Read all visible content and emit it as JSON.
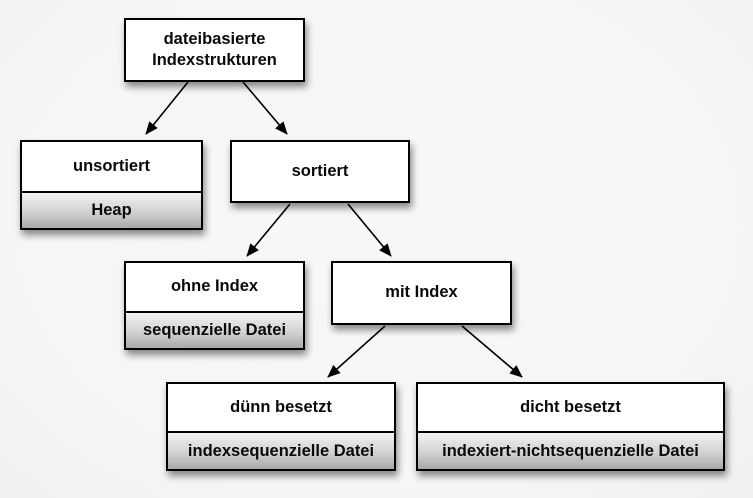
{
  "diagram": {
    "type": "tree",
    "language": "de",
    "colors": {
      "background": "#f7f7f8",
      "box_fill": "#ffffff",
      "box_border": "#000000",
      "sub_gradient_top": "#f1f1f1",
      "sub_gradient_bottom": "#a8a8a8",
      "text": "#0a0a0a",
      "arrow": "#000000"
    },
    "nodes": {
      "root": {
        "label": "dateibasierte Indexstrukturen"
      },
      "unsorted": {
        "label": "unsortiert",
        "sublabel": "Heap"
      },
      "sorted": {
        "label": "sortiert"
      },
      "no_index": {
        "label": "ohne Index",
        "sublabel": "sequenzielle Datei"
      },
      "with_index": {
        "label": "mit Index"
      },
      "sparse": {
        "label": "dünn besetzt",
        "sublabel": "indexsequenzielle Datei"
      },
      "dense": {
        "label": "dicht besetzt",
        "sublabel": "indexiert-nichtsequenzielle Datei"
      }
    },
    "edges": [
      {
        "from": "root",
        "to": "unsorted"
      },
      {
        "from": "root",
        "to": "sorted"
      },
      {
        "from": "sorted",
        "to": "no_index"
      },
      {
        "from": "sorted",
        "to": "with_index"
      },
      {
        "from": "with_index",
        "to": "sparse"
      },
      {
        "from": "with_index",
        "to": "dense"
      }
    ]
  }
}
